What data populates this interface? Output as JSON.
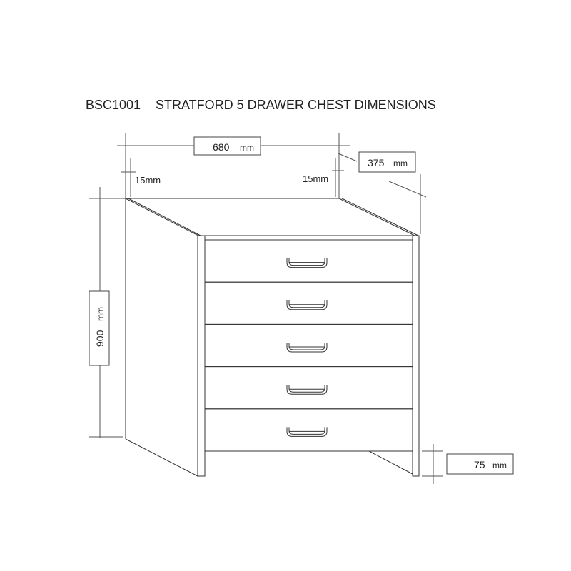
{
  "title": {
    "code": "BSC1001",
    "name": "STRATFORD 5 DRAWER CHEST DIMENSIONS"
  },
  "dimensions": {
    "width": {
      "value": "680",
      "unit": "mm"
    },
    "depth": {
      "value": "375",
      "unit": "mm"
    },
    "height": {
      "value": "900",
      "unit": "mm"
    },
    "plinth": {
      "value": "75",
      "unit": "mm"
    },
    "side_left": "15mm",
    "side_right": "15mm"
  },
  "drawer_count": 5
}
